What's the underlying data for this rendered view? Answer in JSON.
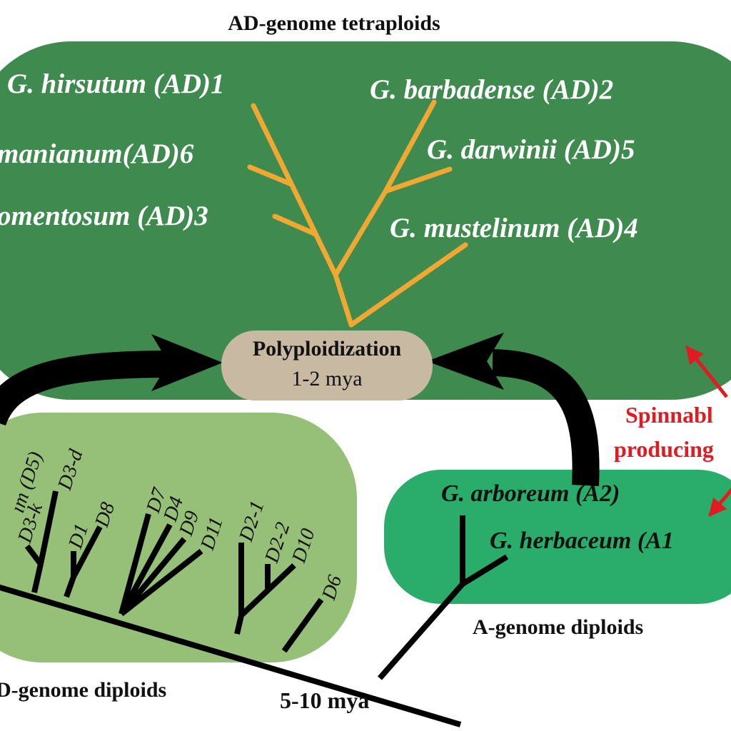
{
  "colors": {
    "ad_region": "#3f8a4e",
    "d_region": "#96c078",
    "a_region": "#2aad6a",
    "polyploid_node": "#c8baa2",
    "ad_branches": "#f0a833",
    "tree_lines": "#000000",
    "annotation_red": "#e11b22",
    "species_text_on_dark": "#ffffff"
  },
  "headers": {
    "ad_genome": "AD-genome tetraploids",
    "d_genome": "D-genome diploids",
    "a_genome": "A-genome diploids"
  },
  "polyploidization": {
    "title": "Polyploidization",
    "time": "1-2 mya"
  },
  "divergence_time": "5-10 mya",
  "ad_species": {
    "hirsutum": "G. hirsutum (AD)1",
    "barbadense": "G. barbadense (AD)2",
    "ekmanianum": "manianum(AD)6",
    "darwinii": "G. darwinii (AD)5",
    "tomentosum": "omentosum (AD)3",
    "mustelinum": "G. mustelinum (AD)4"
  },
  "a_species": {
    "arboreum": "G. arboreum (A2)",
    "herbaceum": "G. herbaceum (A1"
  },
  "d_species": {
    "d5": "ım (D5)",
    "d3k": "D3-k",
    "d3d": "D3-d",
    "d1": "D1",
    "d8": "D8",
    "d7": "D7",
    "d4": "D4",
    "d9": "D9",
    "d11": "D11",
    "d2_1": "D2-1",
    "d2_2": "D2-2",
    "d10": "D10",
    "d6": "D6"
  },
  "annotation": {
    "line1": "Spinnabl",
    "line2": "producing"
  }
}
